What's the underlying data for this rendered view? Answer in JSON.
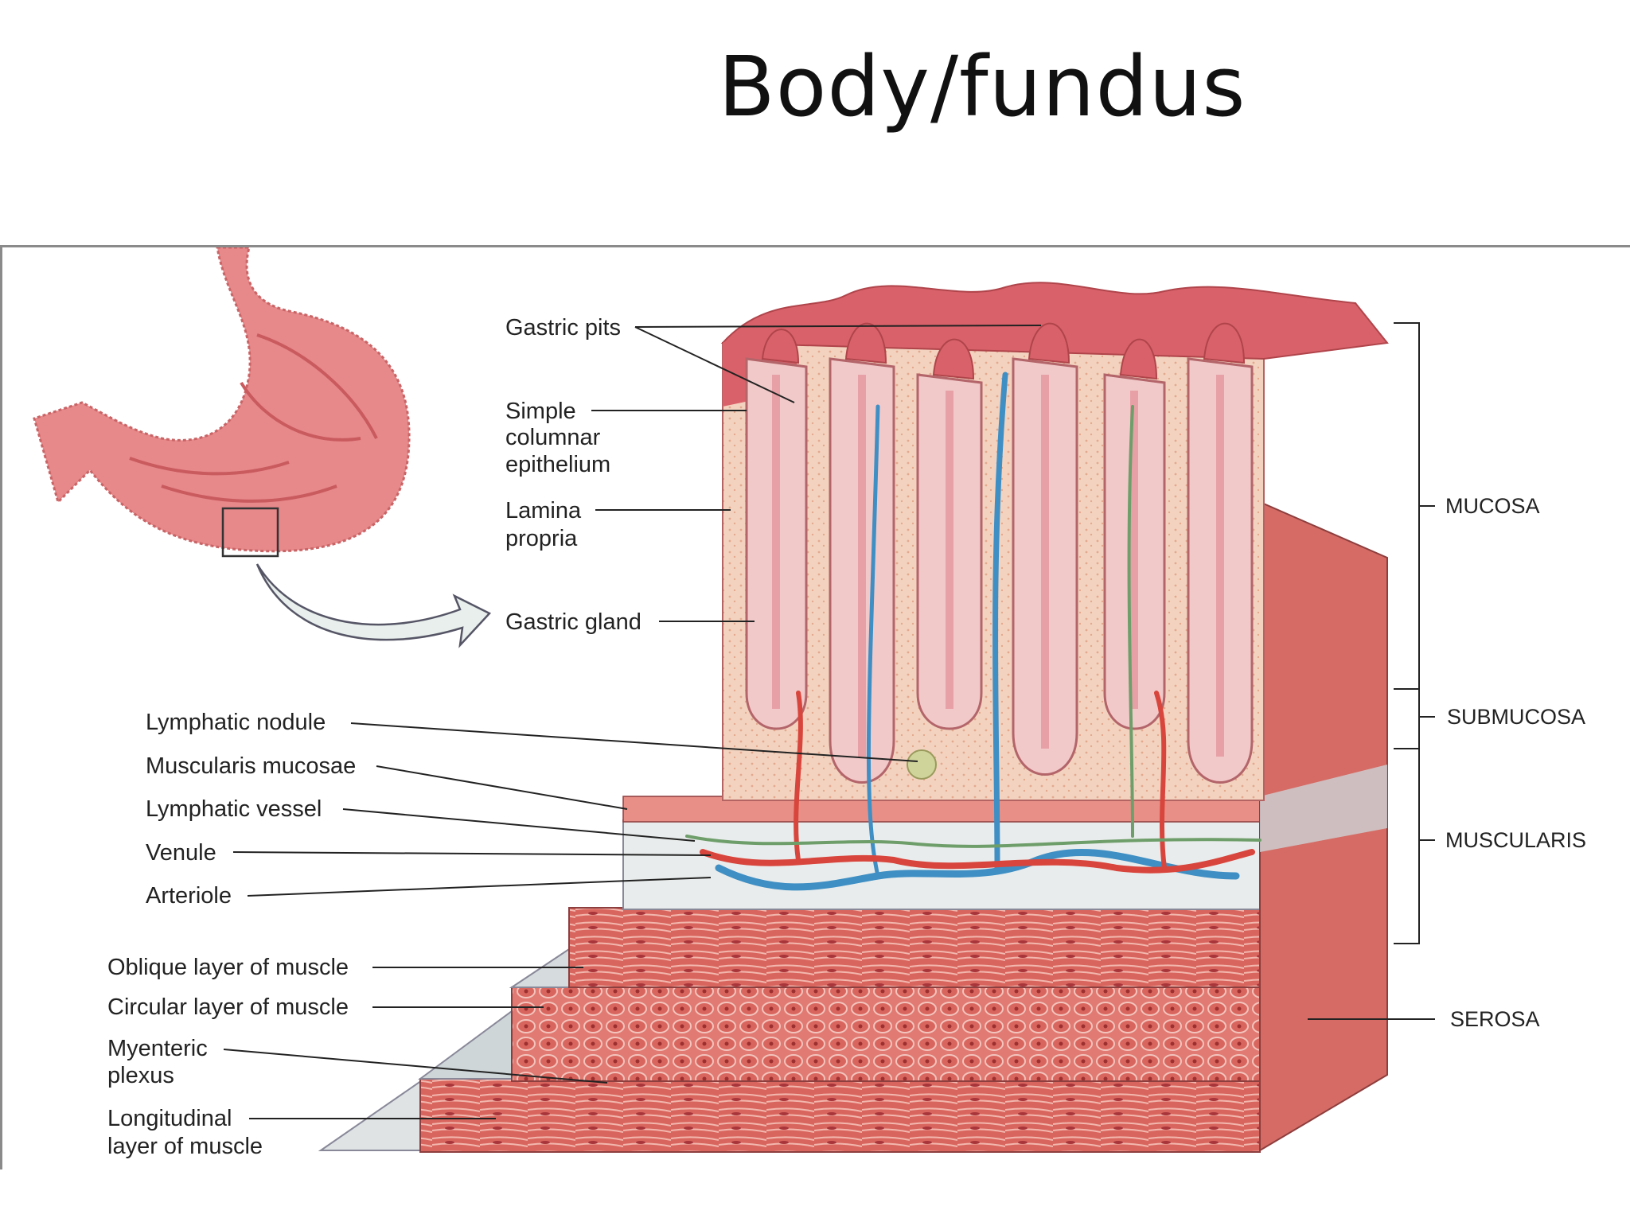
{
  "title": "Body/fundus",
  "labels_left": {
    "gastric_pits": "Gastric pits",
    "simple_columnar_epithelium": [
      "Simple",
      "columnar",
      "epithelium"
    ],
    "lamina_propria": [
      "Lamina",
      "propria"
    ],
    "gastric_gland": "Gastric gland",
    "lymphatic_nodule": "Lymphatic nodule",
    "muscularis_mucosae": "Muscularis mucosae",
    "lymphatic_vessel": "Lymphatic vessel",
    "venule": "Venule",
    "arteriole": "Arteriole",
    "oblique_layer": "Oblique layer of muscle",
    "circular_layer": "Circular layer of muscle",
    "myenteric_plexus": [
      "Myenteric",
      "plexus"
    ],
    "longitudinal_layer": [
      "Longitudinal",
      "layer of muscle"
    ]
  },
  "labels_right": {
    "mucosa": "MUCOSA",
    "submucosa": "SUBMUCOSA",
    "muscularis": "MUSCULARIS",
    "serosa": "SEROSA"
  },
  "colors": {
    "mucosa_pink": "#d9626a",
    "epithelium": "#f2c9c9",
    "lamina": "#f3d3bf",
    "muscle": "#d96a60",
    "submucosa": "#e9ecec",
    "vein_blue": "#3f8fc4",
    "artery_red": "#d8453c",
    "lymph_green": "#6e9e6a"
  }
}
